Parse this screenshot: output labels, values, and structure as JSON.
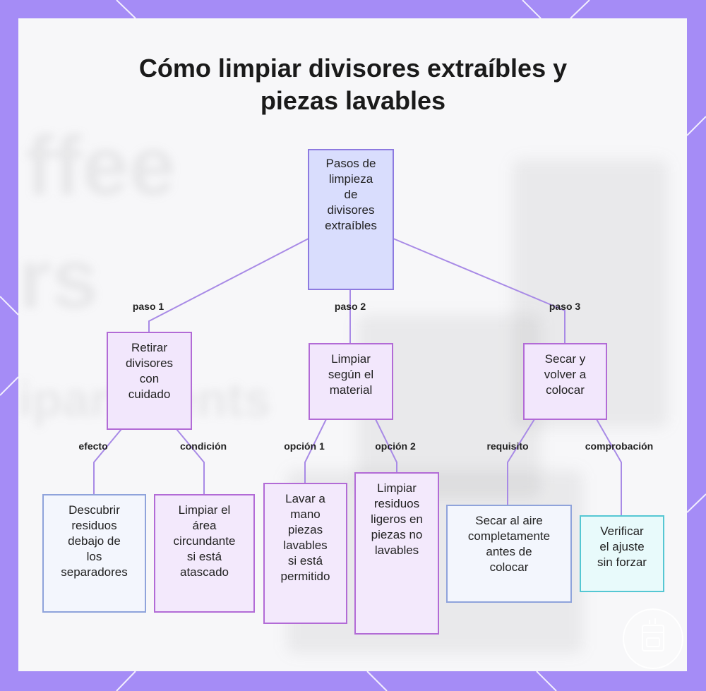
{
  "title_lines": [
    "Cómo limpiar divisores extraíbles y",
    "piezas lavables"
  ],
  "colors": {
    "frame": "#a58cf6",
    "connector": "#a88ae6",
    "root_fill": "#d9ddfd",
    "purple_border": "#b26bd6",
    "blue_border": "#8fa3db",
    "cyan_border": "#55c7d3"
  },
  "nodes": {
    "root": [
      "Pasos de",
      "limpieza",
      "de",
      "divisores",
      "extraíbles"
    ],
    "step1": [
      "Retirar",
      "divisores",
      "con",
      "cuidado"
    ],
    "step2": [
      "Limpiar",
      "según el",
      "material"
    ],
    "step3": [
      "Secar y",
      "volver a",
      "colocar"
    ],
    "leaf1": [
      "Descubrir",
      "residuos",
      "debajo de",
      "los",
      "separadores"
    ],
    "leaf2": [
      "Limpiar el",
      "área",
      "circundante",
      "si está",
      "atascado"
    ],
    "leaf3": [
      "Lavar a",
      "mano",
      "piezas",
      "lavables",
      "si está",
      "permitido"
    ],
    "leaf4": [
      "Limpiar",
      "residuos",
      "ligeros en",
      "piezas no",
      "lavables"
    ],
    "leaf5": [
      "Secar al aire",
      "completamente",
      "antes de",
      "colocar"
    ],
    "leaf6": [
      "Verificar",
      "el ajuste",
      "sin forzar"
    ]
  },
  "edge_labels": {
    "paso1": "paso 1",
    "paso2": "paso 2",
    "paso3": "paso 3",
    "efecto": "efecto",
    "condicion": "condición",
    "opcion1": "opción 1",
    "opcion2": "opción 2",
    "requisito": "requisito",
    "comprobacion": "comprobación"
  },
  "icons": {
    "watermark": "coffee-maker-logo"
  }
}
